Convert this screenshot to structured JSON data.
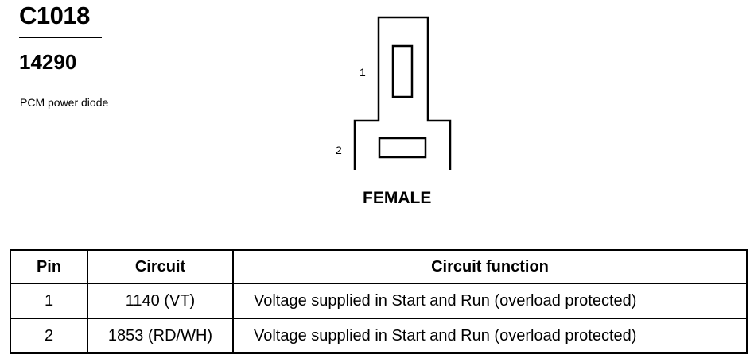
{
  "connector": {
    "id": "C1018",
    "part_number": "14290",
    "description": "PCM power diode",
    "gender": "FEMALE",
    "pin_labels": [
      "1",
      "2"
    ]
  },
  "table": {
    "headers": [
      "Pin",
      "Circuit",
      "Circuit function"
    ],
    "rows": [
      {
        "pin": "1",
        "circuit": "1140 (VT)",
        "function": "Voltage supplied in Start and Run (overload protected)"
      },
      {
        "pin": "2",
        "circuit": "1853 (RD/WH)",
        "function": "Voltage supplied in Start and Run (overload protected)"
      }
    ]
  }
}
